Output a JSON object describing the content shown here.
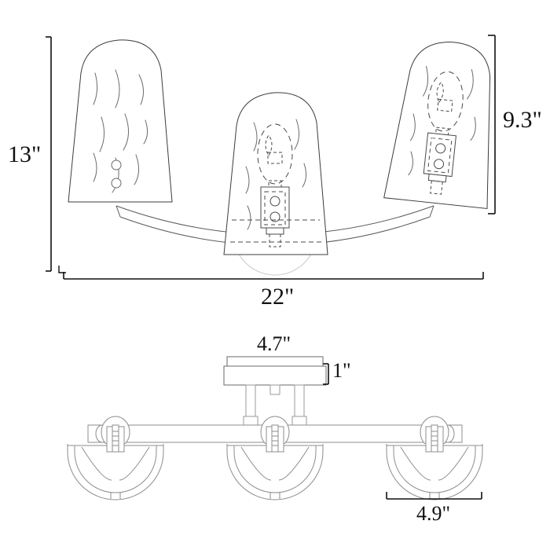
{
  "drawing": {
    "title": "3-light vanity fixture dimension drawing",
    "units": "inches",
    "line_color": "#3c3c3c",
    "faint_line_color": "#b9b9b9",
    "dim_color": "#111111",
    "background": "#ffffff"
  },
  "views": {
    "front": {
      "name": "front-elevation",
      "shade_count": 3,
      "shade_shape": "tapered-cone",
      "has_backplate": true,
      "backplate_shape": "circle"
    },
    "top": {
      "name": "top-plan",
      "shade_count": 3,
      "shade_shape": "half-circle",
      "has_canopy": true,
      "canopy_shape": "rectangle"
    }
  },
  "dimensions": {
    "height": {
      "label": "13\"",
      "value": 13,
      "unit": "in",
      "view": "front",
      "orientation": "vertical",
      "side": "left"
    },
    "shade_height": {
      "label": "9.3\"",
      "value": 9.3,
      "unit": "in",
      "view": "front",
      "orientation": "vertical",
      "side": "right"
    },
    "width": {
      "label": "22\"",
      "value": 22,
      "unit": "in",
      "view": "front",
      "orientation": "horizontal",
      "side": "bottom"
    },
    "canopy_width": {
      "label": "4.7\"",
      "value": 4.7,
      "unit": "in",
      "view": "top",
      "orientation": "horizontal",
      "side": "top"
    },
    "canopy_depth": {
      "label": "1\"",
      "value": 1,
      "unit": "in",
      "view": "top",
      "orientation": "vertical",
      "side": "right"
    },
    "shade_diameter": {
      "label": "4.9\"",
      "value": 4.9,
      "unit": "in",
      "view": "top",
      "orientation": "horizontal",
      "side": "bottom"
    }
  }
}
